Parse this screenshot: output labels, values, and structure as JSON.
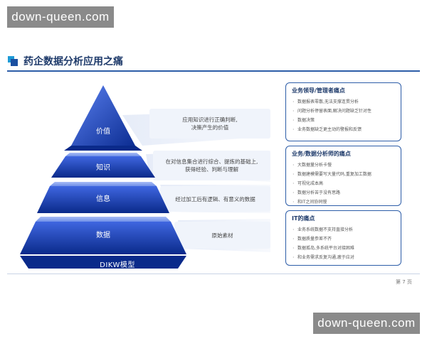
{
  "watermark": {
    "text": "down-queen.com"
  },
  "slide": {
    "title": "药企数据分析应用之痛",
    "page": "第 7 页"
  },
  "pyramid": {
    "levels": [
      "价值",
      "知识",
      "信息",
      "数据"
    ],
    "model_label": "DIKW模型",
    "descriptions": [
      {
        "line1": "应用知识进行正确判断,",
        "line2": "决策产生的价值"
      },
      {
        "line1": "在对信息集合进行综合、提炼的基础上,",
        "line2": "获得经验、判断与理解"
      },
      {
        "line1": "经过加工后有逻辑、有意义的数据",
        "line2": ""
      },
      {
        "line1": "原始素材",
        "line2": ""
      }
    ]
  },
  "panels": [
    {
      "title": "业务领导/管理者痛点",
      "items": [
        "数据报表零散,无法支撑连贯分析",
        "问题分析停留表面,解决问题缺乏针对性",
        "数据决策",
        "业务数据缺乏更主动的警报和反馈"
      ]
    },
    {
      "title": "业务/数据分析师的痛点",
      "items": [
        "大数据量分析卡慢",
        "数据建模需要写大量代码,重复加工数据",
        "可视化成本高",
        "数据分析苦于没有思路",
        "和IT之间协同慢"
      ]
    },
    {
      "title": "IT的痛点",
      "items": [
        "业务系统数据不支持直接分析",
        "数据质量参差不齐",
        "数据孤岛,多系统平台对接困难",
        "和业务需求反复沟通,疲于应对"
      ]
    }
  ],
  "colors": {
    "accent": "#2d5da8",
    "pyramid_dark": "#0a2a8a",
    "pyramid_light": "#3f66e0"
  }
}
